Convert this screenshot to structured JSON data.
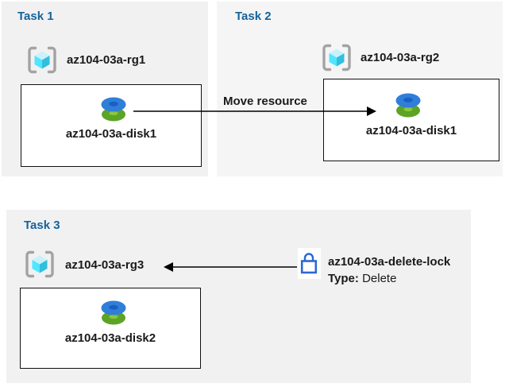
{
  "colors": {
    "task_title": "#15639d",
    "panel_bg": "#f1f1f1",
    "panel_bg_light": "#f5f5f5",
    "box_border": "#111111",
    "text": "#1a1a1a",
    "arrow": "#000000",
    "bracket_gray": "#a3a3a3",
    "cube_top": "#c9f1fb",
    "cube_left": "#50e6ff",
    "cube_right": "#32bedd",
    "disk_blue": "#2f7fd9",
    "disk_blue_hole": "#1b5fc2",
    "disk_green": "#5ba426",
    "disk_green_hole": "#8cc63f",
    "lock_blue": "#2b68d5"
  },
  "task1": {
    "title": "Task 1",
    "resource_group": "az104-03a-rg1",
    "disk": "az104-03a-disk1"
  },
  "task2": {
    "title": "Task 2",
    "resource_group": "az104-03a-rg2",
    "disk": "az104-03a-disk1"
  },
  "task3": {
    "title": "Task 3",
    "resource_group": "az104-03a-rg3",
    "disk": "az104-03a-disk2"
  },
  "move_arrow": {
    "label": "Move resource"
  },
  "lock": {
    "name": "az104-03a-delete-lock",
    "type_label": "Type:",
    "type_value": "Delete"
  }
}
